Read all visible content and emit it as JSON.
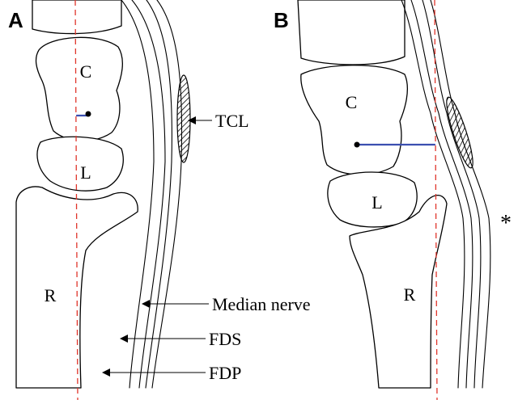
{
  "panels": {
    "a": {
      "letter": "A",
      "bones": {
        "capitate": "C",
        "lunate": "L",
        "radius": "R"
      },
      "labels": {
        "tcl": "TCL",
        "median_nerve": "Median nerve",
        "fds": "FDS",
        "fdp": "FDP"
      }
    },
    "b": {
      "letter": "B",
      "bones": {
        "capitate": "C",
        "lunate": "L",
        "radius": "R"
      },
      "asterisk": "*"
    }
  },
  "colors": {
    "reference_line": "#e0352b",
    "measurement_line": "#3b4fb0",
    "outline": "#000000"
  }
}
